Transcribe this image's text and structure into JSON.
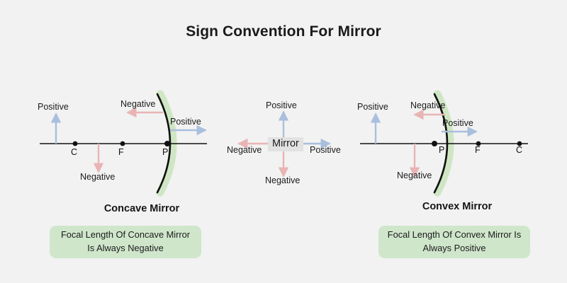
{
  "page": {
    "title": "Sign Convention For Mirror",
    "background_color": "#f2f2f2"
  },
  "colors": {
    "positive_arrow": "#a9bfdd",
    "negative_arrow": "#e9b4b4",
    "mirror_stroke": "#111111",
    "mirror_glow": "#cfe6c4",
    "axis": "#111111",
    "caption_bg": "#cfe6cb",
    "chip_bg": "#e2e2e2",
    "text": "#1b1b1b"
  },
  "concave": {
    "section_title": "Concave Mirror",
    "caption": "Focal Length Of Concave Mirror Is Always Negative",
    "points": [
      {
        "name": "center-of-curvature",
        "label": "C"
      },
      {
        "name": "focus",
        "label": "F"
      },
      {
        "name": "pole",
        "label": "P"
      }
    ],
    "arrows": {
      "up_label": "Positive",
      "down_label": "Negative",
      "left_label": "Negative",
      "right_label": "Positive"
    }
  },
  "center": {
    "chip_label": "Mirror",
    "arrows": {
      "up_label": "Positive",
      "down_label": "Negative",
      "left_label": "Negative",
      "right_label": "Positive"
    }
  },
  "convex": {
    "section_title": "Convex Mirror",
    "caption": "Focal Length Of Convex Mirror Is Always Positive",
    "points": [
      {
        "name": "pole",
        "label": "P"
      },
      {
        "name": "focus",
        "label": "F"
      },
      {
        "name": "center-of-curvature",
        "label": "C"
      }
    ],
    "arrows": {
      "up_label": "Positive",
      "down_label": "Negative",
      "left_label": "Negative",
      "right_label": "Positive"
    }
  }
}
